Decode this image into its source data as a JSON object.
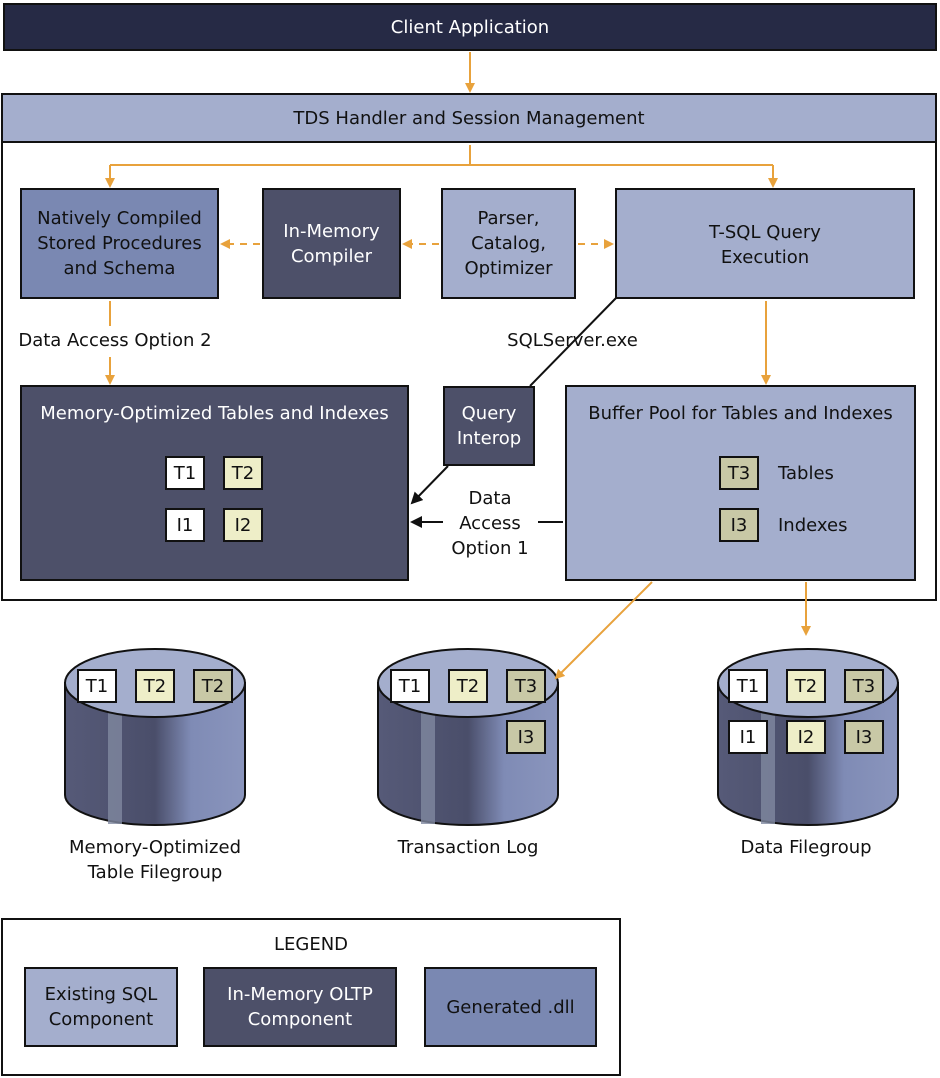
{
  "client_application": "Client Application",
  "tds_handler": "TDS Handler and Session Management",
  "natively_compiled": "Natively Compiled\nStored Procedures\nand Schema",
  "in_memory_compiler": "In-Memory\nCompiler",
  "parser": "Parser,\nCatalog,\nOptimizer",
  "tsql_execution": "T-SQL Query\nExecution",
  "data_access_option_2": "Data Access Option 2",
  "sqlserver_exe": "SQLServer.exe",
  "memory_optimized_tables": {
    "title": "Memory-Optimized Tables and Indexes",
    "tiles": [
      "T1",
      "T2",
      "I1",
      "I2"
    ]
  },
  "query_interop": "Query\nInterop",
  "data_access_option_1": "Data\nAccess\nOption 1",
  "buffer_pool": {
    "title": "Buffer Pool for Tables and Indexes",
    "tables_tile": "T3",
    "tables_label": "Tables",
    "indexes_tile": "I3",
    "indexes_label": "Indexes"
  },
  "storage": {
    "memory_optimized_filegroup": {
      "label": "Memory-Optimized\nTable Filegroup",
      "tiles": [
        "T1",
        "T2",
        "T2"
      ]
    },
    "transaction_log": {
      "label": "Transaction Log",
      "tiles": [
        "T1",
        "T2",
        "T3",
        "I3"
      ]
    },
    "data_filegroup": {
      "label": "Data Filegroup",
      "tiles": [
        "T1",
        "T2",
        "T3",
        "I1",
        "I2",
        "I3"
      ]
    }
  },
  "legend": {
    "title": "LEGEND",
    "existing": "Existing SQL\nComponent",
    "in_memory": "In-Memory OLTP\nComponent",
    "generated": "Generated .dll"
  },
  "colors": {
    "existing_component": "#a4aecd",
    "in_memory_component": "#4d5069",
    "generated_dll": "#7a88b2",
    "arrow": "#e8a23c"
  }
}
